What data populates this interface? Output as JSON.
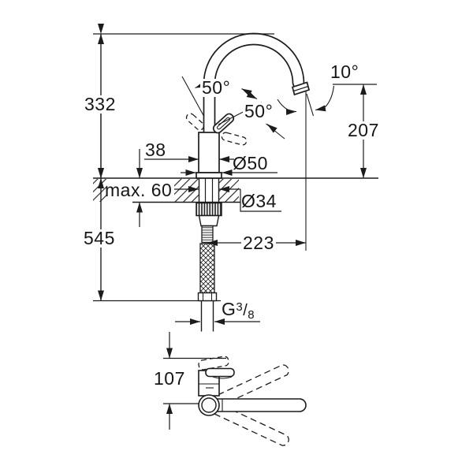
{
  "drawing": {
    "kind": "faucet-dimensional-drawing",
    "line_color": "#1c1c1c",
    "bg_color": "#ffffff",
    "labels": {
      "height_above_counter": "332",
      "total_height": "545",
      "body_diameter": "38",
      "counter_thickness": "max. 60",
      "base_diameter": "Ø50",
      "hole_diameter": "Ø34",
      "spout_reach": "223",
      "spout_height": "207",
      "outlet_angle": "10°",
      "lever_angle_left": "50°",
      "lever_angle_right": "50°",
      "lever_reach_plan": "107",
      "thread": {
        "g": "G",
        "sup": "3",
        "slash": "/",
        "sub": "8"
      }
    }
  }
}
